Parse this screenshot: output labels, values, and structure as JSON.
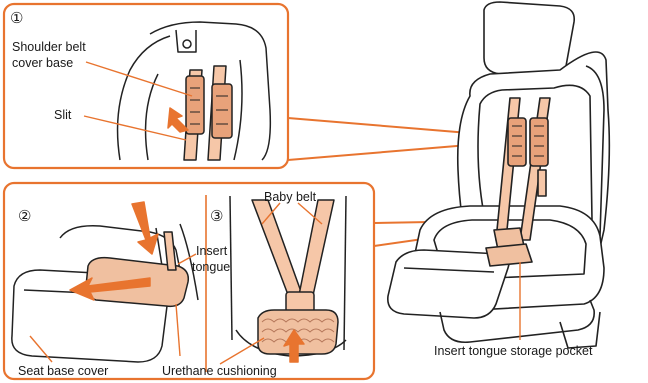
{
  "steps": {
    "step1": "①",
    "step2": "②",
    "step3": "③"
  },
  "labels": {
    "shoulder_belt_cover_base_line1": "Shoulder belt",
    "shoulder_belt_cover_base_line2": "cover base",
    "slit": "Slit",
    "baby_belt": "Baby belt",
    "insert_tongue_line1": "Insert",
    "insert_tongue_line2": "tongue",
    "seat_base_cover": "Seat base cover",
    "urethane_cushioning": "Urethane cushioning",
    "insert_tongue_storage_pocket": "Insert tongue storage pocket"
  },
  "colors": {
    "frame": "#e8742f",
    "accent": "#e8742f",
    "belt_fill": "#f6c7a8",
    "pad_fill": "#f0c0a0",
    "line": "#222222",
    "leader": "#e8742f"
  }
}
